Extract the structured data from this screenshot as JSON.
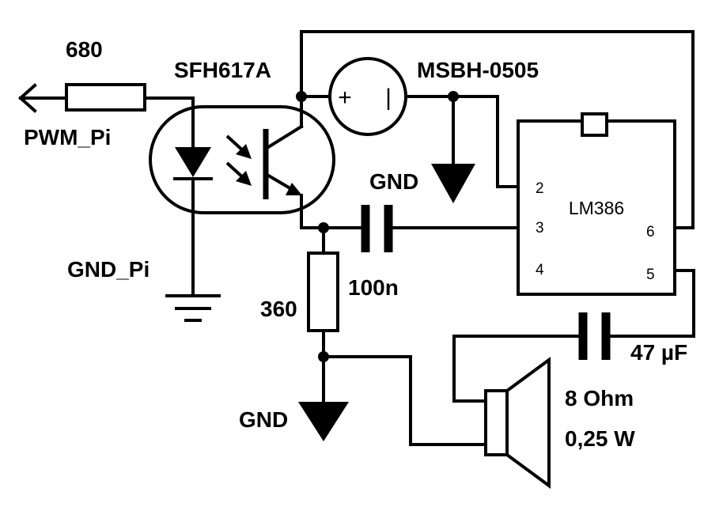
{
  "labels": {
    "resistor_680": "680",
    "pwm_pi": "PWM_Pi",
    "optocoupler": "SFH617A",
    "dcdc": "MSBH-0505",
    "gnd_pi": "GND_Pi",
    "gnd_top": "GND",
    "gnd_bottom": "GND",
    "resistor_360": "360",
    "cap_100n": "100n",
    "cap_47u": "47 µF",
    "speaker_imp": "8 Ohm",
    "speaker_pwr": "0,25 W"
  },
  "dcdc_polarity": {
    "plus": "+",
    "minus": "|"
  },
  "ic": {
    "name": "LM386",
    "pins": {
      "p2": "2",
      "p3": "3",
      "p4": "4",
      "p5": "5",
      "p6": "6"
    }
  }
}
